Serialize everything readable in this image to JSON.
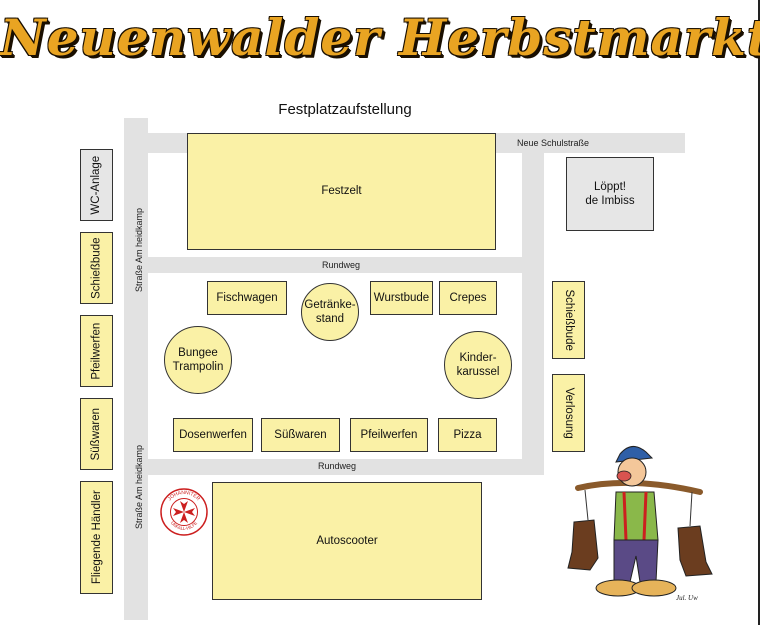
{
  "header": {
    "title": "Neuenwalder Herbstmarkt",
    "subtitle": "Festplatzaufstellung"
  },
  "streets": {
    "neue_schulstrasse": "Neue Schulstraße",
    "am_heidkamp_top": "Straße Am heidkamp",
    "am_heidkamp_bottom": "Straße Am heidkamp",
    "rundweg_top": "Rundweg",
    "rundweg_bottom": "Rundweg"
  },
  "left_column": {
    "wc": "WC-Anlage",
    "schiessbude": "Schießbude",
    "pfeilwerfen": "Pfeilwerfen",
    "suesswaren": "Süßwaren",
    "haendler": "Fliegende Händler"
  },
  "right_column": {
    "imbiss_line1": "Löppt!",
    "imbiss_line2": "de Imbiss",
    "schiessbude": "Schießbude",
    "verlosung": "Verlosung"
  },
  "big_tents": {
    "festzelt": "Festzelt",
    "autoscooter": "Autoscooter"
  },
  "inner_top_row": {
    "fischwagen": "Fischwagen",
    "getraenke_line1": "Getränke-",
    "getraenke_line2": "stand",
    "wurstbude": "Wurstbude",
    "crepes": "Crepes"
  },
  "inner_middle": {
    "bungee_line1": "Bungee",
    "bungee_line2": "Trampolin",
    "karussell_line1": "Kinder-",
    "karussell_line2": "karussel"
  },
  "inner_bottom_row": {
    "dosenwerfen": "Dosenwerfen",
    "suesswaren": "Süßwaren",
    "pfeilwerfen": "Pfeilwerfen",
    "pizza": "Pizza"
  },
  "emblem": {
    "icon": "maltese-cross-icon",
    "top_text": "JOHANNITER",
    "bottom_text": "UNFALL-HILFE",
    "color": "#cc1f1f"
  },
  "mascot": {
    "icon": "cartoon-farmer-with-boots-illustration",
    "signature": "Jul. Uw"
  },
  "colors": {
    "stall_fill": "#faf1a6",
    "road": "#e2e2e2",
    "title_fill": "#e9a422",
    "title_outline": "#1a0f00"
  }
}
